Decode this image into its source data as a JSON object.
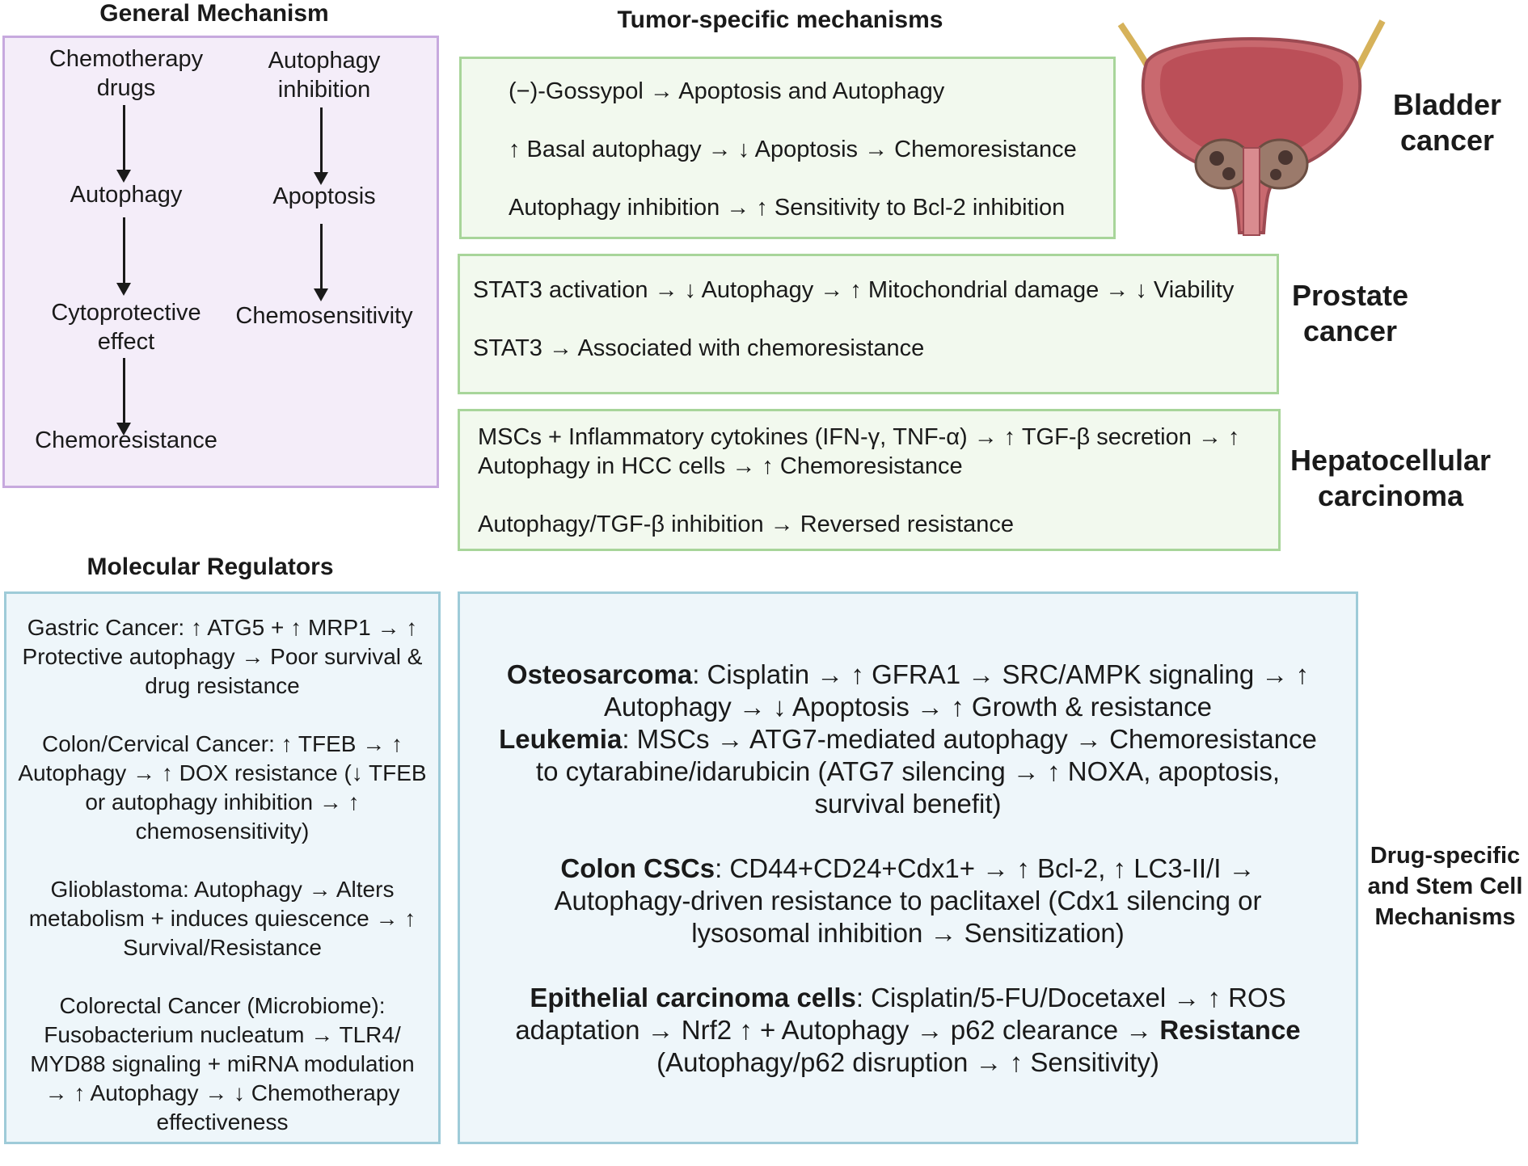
{
  "general": {
    "title": "General Mechanism",
    "left_col": [
      "Chemotherapy drugs",
      "Autophagy",
      "Cytoprotective effect",
      "Chemoresistance"
    ],
    "right_col": [
      "Autophagy inhibition",
      "Apoptosis",
      "Chemosensitivity"
    ]
  },
  "tumor": {
    "title": "Tumor-specific mechanisms",
    "bladder": {
      "label": "Bladder cancer",
      "lines": [
        "(−)-Gossypol → Apoptosis and Autophagy",
        "↑ Basal autophagy → ↓ Apoptosis → Chemoresistance",
        "Autophagy inhibition → ↑ Sensitivity to Bcl-2 inhibition"
      ]
    },
    "prostate": {
      "label": "Prostate cancer",
      "lines": [
        "STAT3 activation → ↓ Autophagy → ↑ Mitochondrial damage → ↓ Viability",
        "STAT3 → Associated with chemoresistance"
      ]
    },
    "hcc": {
      "label": "Hepatocellular carcinoma",
      "lines": [
        "MSCs + Inflammatory cytokines (IFN-γ, TNF-α) → ↑ TGF-β secretion → ↑ Autophagy in HCC cells → ↑ Chemoresistance",
        "Autophagy/TGF-β inhibition → Reversed resistance"
      ]
    }
  },
  "regulators": {
    "title": "Molecular Regulators",
    "items": [
      "Gastric Cancer: ↑ ATG5 + ↑ MRP1 → ↑ Protective autophagy → Poor survival & drug resistance",
      "Colon/Cervical Cancer: ↑ TFEB → ↑ Autophagy → ↑ DOX resistance (↓ TFEB or autophagy inhibition → ↑ chemosensitivity)",
      "Glioblastoma: Autophagy → Alters metabolism + induces quiescence → ↑ Survival/Resistance",
      "Colorectal Cancer (Microbiome): Fusobacterium nucleatum → TLR4/ MYD88 signaling + miRNA modulation → ↑ Autophagy → ↓ Chemotherapy effectiveness"
    ]
  },
  "drug_specific": {
    "label": "Drug-specific and Stem Cell Mechanisms",
    "osteosarcoma": {
      "name": "Osteosarcoma",
      "text": ": Cisplatin → ↑ GFRA1 → SRC/AMPK signaling → ↑ Autophagy → ↓ Apoptosis → ↑ Growth & resistance"
    },
    "leukemia": {
      "name": "Leukemia",
      "text": ": MSCs → ATG7-mediated autophagy → Chemoresistance to cytarabine/idarubicin (ATG7 silencing → ↑ NOXA, apoptosis, survival benefit)"
    },
    "colon_cscs": {
      "name": "Colon CSCs",
      "text": ": CD44+CD24+Cdx1+ → ↑ Bcl-2, ↑ LC3-II/I → Autophagy-driven resistance to paclitaxel (Cdx1 silencing or lysosomal inhibition → Sensitization)"
    },
    "epithelial": {
      "name": "Epithelial carcinoma cells",
      "text": ": Cisplatin/5-FU/Docetaxel → ↑ ROS adaptation → Nrf2 ↑ + Autophagy → p62 clearance → ",
      "name2": "Resistance",
      "text2": " (Autophagy/p62 disruption → ↑ Sensitivity)"
    }
  }
}
